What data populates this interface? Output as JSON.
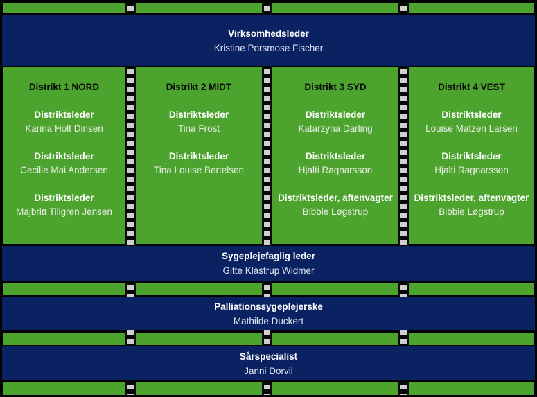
{
  "colors": {
    "green": "#4CA32D",
    "navy": "#0A2162",
    "frame_black": "#020202",
    "dash_light": "#CFCFCF",
    "title_text_on_green": "#0A0A0A",
    "bold_text": "#FFFFFF",
    "name_text_on_green": "#E9EFE4",
    "name_text_on_navy": "#DFE7F2"
  },
  "top_bar": {
    "title": "Virksomhedsleder",
    "name": "Kristine Porsmose Fischer"
  },
  "districts": [
    {
      "title": "Distrikt 1 NORD",
      "roles": [
        {
          "role": "Distriktsleder",
          "name": "Karina Holt Dinsen"
        },
        {
          "role": "Distriktsleder",
          "name": "Cecilie Mai Andersen"
        },
        {
          "role": "Distriktsleder",
          "name": "Majbritt Tillgren Jensen"
        }
      ]
    },
    {
      "title": "Distrikt 2 MIDT",
      "roles": [
        {
          "role": "Distriktsleder",
          "name": "Tina Frost"
        },
        {
          "role": "Distriktsleder",
          "name": "Tina Louise Bertelsen"
        }
      ]
    },
    {
      "title": "Distrikt 3 SYD",
      "roles": [
        {
          "role": "Distriktsleder",
          "name": "Katarzyna Darling"
        },
        {
          "role": "Distriktsleder",
          "name": "Hjalti Ragnarsson"
        },
        {
          "role": "Distriktsleder, aftenvagter",
          "name": "Bibbie Løgstrup"
        }
      ]
    },
    {
      "title": "Distrikt 4 VEST",
      "roles": [
        {
          "role": "Distriktsleder",
          "name": "Louise Matzen Larsen"
        },
        {
          "role": "Distriktsleder",
          "name": "Hjalti Ragnarsson"
        },
        {
          "role": "Distriktsleder, aftenvagter",
          "name": "Bibbie Løgstrup"
        }
      ]
    }
  ],
  "bottom_bars": [
    {
      "title": "Sygeplejefaglig leder",
      "name": "Gitte Klastrup Widmer"
    },
    {
      "title": "Palliationssygeplejerske",
      "name": "Mathilde Duckert"
    },
    {
      "title": "Sårspecialist",
      "name": "Janni Dorvil"
    }
  ]
}
